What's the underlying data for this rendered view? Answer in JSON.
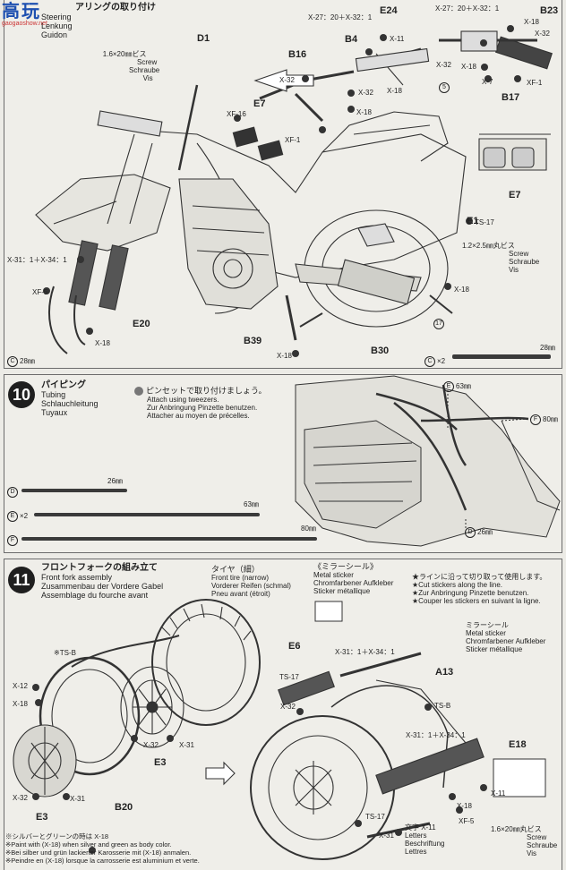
{
  "watermark": {
    "logo_text": "高玩",
    "sub_text": "gaogaoshow.net"
  },
  "step9": {
    "title_jp": "アリングの取り付け",
    "title_en": "Steering",
    "title_de": "Lenkung",
    "title_fr": "Guidon",
    "labels": {
      "d1": "D1",
      "e24": "E24",
      "b23": "B23",
      "b4": "B4",
      "b16": "B16",
      "b17": "B17",
      "e7_top": "E7",
      "e7_right": "E7",
      "e1": "E1",
      "e20": "E20",
      "b39": "B39",
      "b30": "B30",
      "x27_left": "X-27：20＋X-32：1",
      "x27_right": "X-27：20＋X-32：1",
      "x11": "X-11",
      "x18_a": "X-18",
      "x32_a": "X-32",
      "x32_b": "X-32",
      "x18_b": "X-18",
      "x18_c": "X-18",
      "x32_c": "X-32",
      "x7": "X-7",
      "xf1_a": "XF-1",
      "x32_d": "X-32",
      "x18_d": "X-18",
      "xf1_b": "XF-1",
      "xf16": "XF-16",
      "ts17": "TS-17",
      "x31_mix": "X-31：1＋X-34：1",
      "xf5": "XF-5",
      "x18_e": "X-18",
      "x18_f": "X-18",
      "x18_g": "X-18",
      "screw_a_size": "1.6×20㎜ビス",
      "screw_a_en": "Screw",
      "screw_a_de": "Schraube",
      "screw_a_fr": "Vis",
      "screw_b_size": "1.2×2.5㎜丸ビス",
      "screw_b_en": "Screw",
      "screw_b_de": "Schraube",
      "screw_b_fr": "Vis",
      "ref5": "5",
      "ref17": "17",
      "c_left": "C",
      "c_left_len": "28㎜",
      "c_right": "C",
      "c_right_mult": "×2",
      "c_right_len": "28㎜"
    }
  },
  "step10": {
    "number": "10",
    "title_jp": "パイピング",
    "title_en": "Tubing",
    "title_de": "Schlauchleitung",
    "title_fr": "Tuyaux",
    "tweezers_jp": "ピンセットで取り付けましょう。",
    "tweezers_en": "Attach using tweezers.",
    "tweezers_de": "Zur Anbringung Pinzette benutzen.",
    "tweezers_fr": "Attacher au moyen de précelles.",
    "tube_d": "D",
    "tube_d_len": "26㎜",
    "tube_e": "E",
    "tube_e_mult": "×2",
    "tube_e_len": "63㎜",
    "tube_f": "F",
    "tube_f_len": "80㎜",
    "callout_e": "E",
    "callout_e_len": "63㎜",
    "callout_f": "F",
    "callout_f_len": "80㎜",
    "callout_d": "D",
    "callout_d_len": "26㎜"
  },
  "step11": {
    "number": "11",
    "title_jp": "フロントフォークの組み立て",
    "title_en": "Front fork assembly",
    "title_de": "Zusammenbau der Vordere Gabel",
    "title_fr": "Assemblage du fourche avant",
    "tire_jp": "タイヤ（細）",
    "tire_en": "Front tire (narrow)",
    "tire_de": "Vorderer Reifen (schmal)",
    "tire_fr": "Pneu avant (étroit)",
    "mirror_jp": "《ミラーシール》",
    "mirror_en": "Metal sticker",
    "mirror_de": "Chromfarbener Aufkleber",
    "mirror_fr": "Sticker métallique",
    "cut_jp": "★ラインに沿って切り取って使用します。",
    "cut_en": "★Cut stickers along the line.",
    "cut_de": "★Zur Anbringung Pinzette benutzen.",
    "cut_fr": "★Couper les stickers en suivant la ligne.",
    "mirror2_jp": "ミラーシール",
    "mirror2_en": "Metal sticker",
    "mirror2_de": "Chromfarbener Aufkleber",
    "mirror2_fr": "Sticker métallique",
    "labels": {
      "tsb_a": "※TS-B",
      "x12": "X-12",
      "x18_a": "X-18",
      "x32_a": "X-32",
      "x31_a": "X-31",
      "x32_b": "X-32",
      "x31_b": "X-31",
      "e3_a": "E3",
      "e3_b": "E3",
      "b20": "B20",
      "e6": "E6",
      "ts17_a": "TS-17",
      "x31_mix_a": "X-31：1＋X-34：1",
      "x32_c": "X-32",
      "a13": "A13",
      "tsb_b": "TS-B",
      "e18": "E18",
      "x31_mix_b": "X-31：1＋X-34：1",
      "x11": "X-11",
      "xf5": "XF-5",
      "x18_b": "X-18",
      "ts17_b": "TS-17",
      "x31_c": "X-31",
      "letters_jp": "文字 X-11",
      "letters_en": "Letters",
      "letters_de": "Beschriftung",
      "letters_fr": "Lettres",
      "screw_size": "1.6×20㎜丸ビス",
      "screw_en": "Screw",
      "screw_de": "Schraube",
      "screw_fr": "Vis"
    },
    "note_jp": "※シルバーとグリーンの時は X-18",
    "note_en": "※Paint with (X-18) when silver and green as body color.",
    "note_de": "※Bei silber und grün lackierter Karosserie mit (X-18) anmalen.",
    "note_fr": "※Peindre en (X-18) lorsque la carrosserie est aluminium et verte."
  }
}
